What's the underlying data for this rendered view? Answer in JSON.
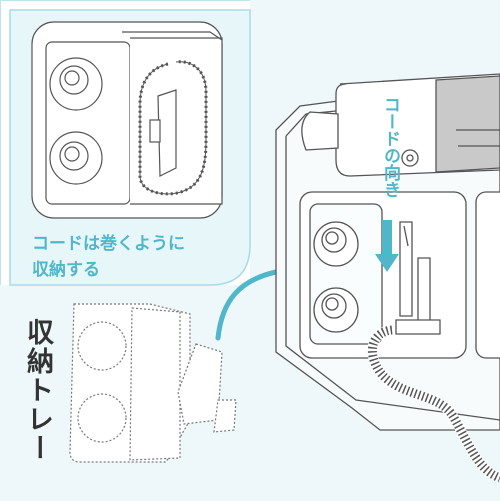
{
  "inset": {
    "caption": "コードは巻くように\n収納する"
  },
  "callouts": {
    "cord_direction": "コードの向き",
    "storage_tray": "収納トレー"
  },
  "colors": {
    "accent": "#4fb7c9",
    "panel_fill": "#eef8fa",
    "outline": "#555555",
    "label_dark": "#333333"
  }
}
